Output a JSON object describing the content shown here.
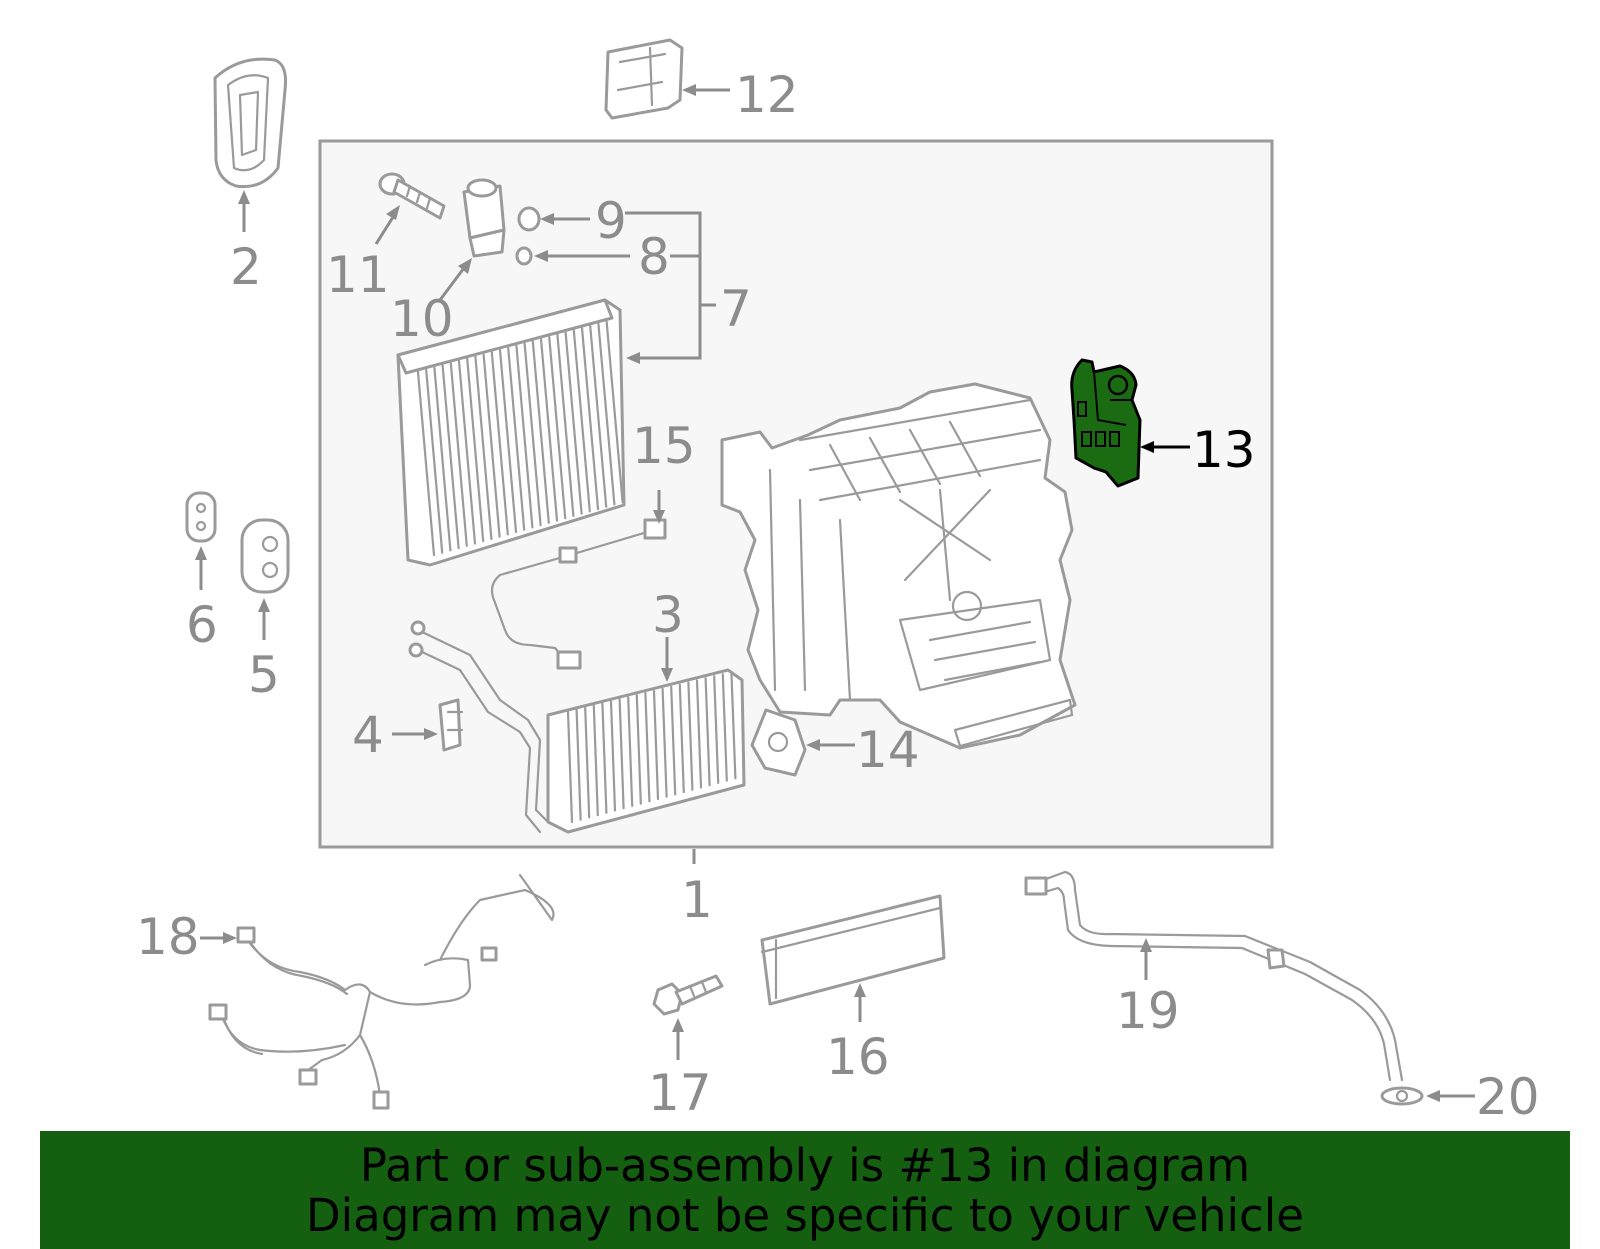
{
  "diagram": {
    "callouts": [
      {
        "id": "1",
        "label": "1"
      },
      {
        "id": "2",
        "label": "2"
      },
      {
        "id": "3",
        "label": "3"
      },
      {
        "id": "4",
        "label": "4"
      },
      {
        "id": "5",
        "label": "5"
      },
      {
        "id": "6",
        "label": "6"
      },
      {
        "id": "7",
        "label": "7"
      },
      {
        "id": "8",
        "label": "8"
      },
      {
        "id": "9",
        "label": "9"
      },
      {
        "id": "10",
        "label": "10"
      },
      {
        "id": "11",
        "label": "11"
      },
      {
        "id": "12",
        "label": "12"
      },
      {
        "id": "13",
        "label": "13",
        "highlighted": true
      },
      {
        "id": "14",
        "label": "14"
      },
      {
        "id": "15",
        "label": "15"
      },
      {
        "id": "16",
        "label": "16"
      },
      {
        "id": "17",
        "label": "17"
      },
      {
        "id": "18",
        "label": "18"
      },
      {
        "id": "19",
        "label": "19"
      },
      {
        "id": "20",
        "label": "20"
      }
    ],
    "colors": {
      "line": "#9a9a9a",
      "label": "#8c8c8c",
      "highlight_part": "#1a6b12",
      "highlight_label": "#000000",
      "box_fill": "#f7f7f7"
    }
  },
  "banner": {
    "line1": "Part or sub-assembly is #13 in diagram",
    "line2": "Diagram may not be specific to your vehicle",
    "background": "#146010"
  }
}
